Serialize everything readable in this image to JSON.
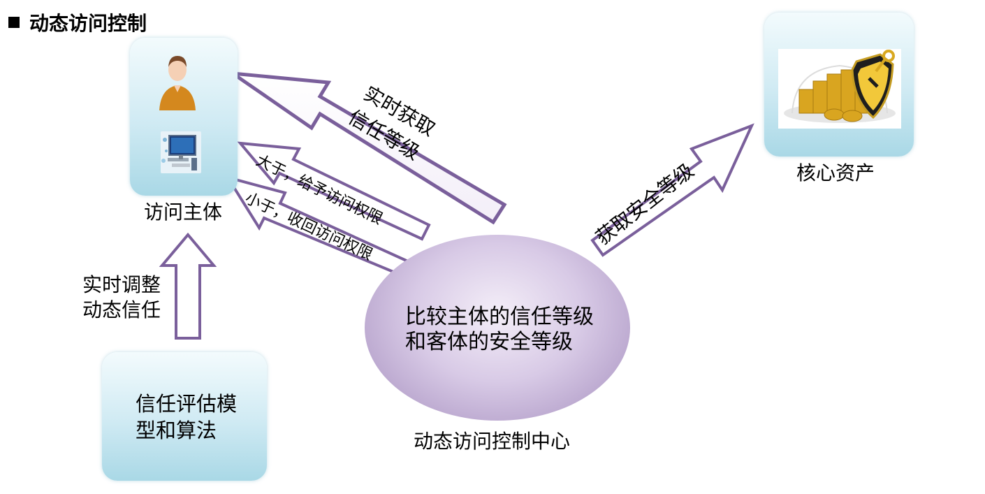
{
  "title": "动态访问控制",
  "subject": {
    "label": "访问主体"
  },
  "asset": {
    "label": "核心资产"
  },
  "model": {
    "line1": "信任评估模",
    "line2": "型和算法"
  },
  "adjust": {
    "line1": "实时调整",
    "line2": "动态信任"
  },
  "center": {
    "line1": "比较主体的信任等级",
    "line2": "和客体的安全等级",
    "caption": "动态访问控制中心"
  },
  "arrows": {
    "get_trust_line1": "实时获取",
    "get_trust_line2": "信任等级",
    "grant": "大于，给予访问权限",
    "revoke": "小于，收回访问权限",
    "get_security": "获取安全等级"
  },
  "colors": {
    "arrow_stroke": "#7a5f9b",
    "ellipse_center": "#f4eef8",
    "ellipse_edge": "#a48dbd"
  }
}
